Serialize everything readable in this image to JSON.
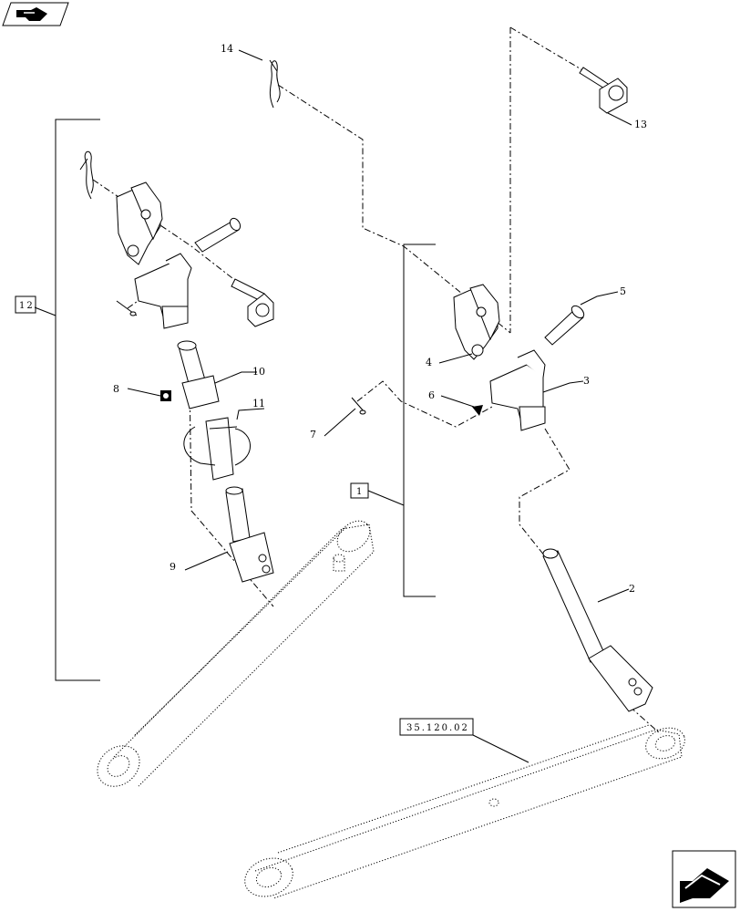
{
  "callouts": {
    "c1": "1",
    "c2": "2",
    "c3": "3",
    "c4": "4",
    "c5": "5",
    "c6": "6",
    "c7": "7",
    "c8": "8",
    "c9": "9",
    "c10": "10",
    "c11": "11",
    "c12": "12",
    "c13": "13",
    "c14": "14"
  },
  "reference": "35.120.02",
  "icons": {
    "top_left": "book-hand-icon",
    "bottom_right": "next-page-arrow-icon"
  }
}
